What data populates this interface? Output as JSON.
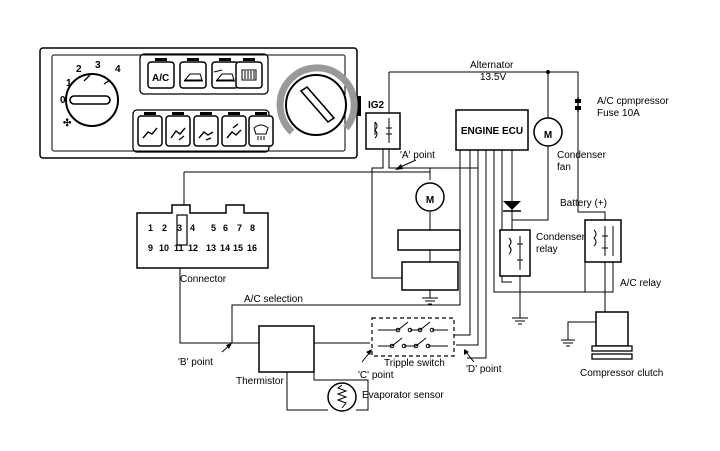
{
  "labels": {
    "alternator": "Alternator",
    "alternator_voltage": "13.5V",
    "ig2": "IG2",
    "engine_ecu": "ENGINE ECU",
    "motor_symbol": "M",
    "ac_compressor_fuse": "A/C cpmpressor",
    "fuse_rating": "Fuse 10A",
    "condenser_fan_1": "Condenser",
    "condenser_fan_2": "fan",
    "battery": "Battery (+)",
    "condenser_relay_1": "Condenser",
    "condenser_relay_2": "relay",
    "ac_relay": "A/C relay",
    "a_point": "'A' point",
    "connector": "Connector",
    "ac_selection": "A/C selection",
    "b_point": "'B' point",
    "thermistor": "Thermistor",
    "c_point": "'C' point",
    "tripple_switch": "Tripple switch",
    "d_point": "'D' point",
    "evaporator_sensor": "Evaporator sensor",
    "compressor_clutch": "Compressor clutch"
  },
  "control_panel": {
    "fan_speeds": [
      "0",
      "1",
      "2",
      "3",
      "4"
    ],
    "ac_button": "A/C"
  },
  "connector": {
    "top_pins": [
      "1",
      "2",
      "3",
      "4",
      "5",
      "6",
      "7",
      "8"
    ],
    "bottom_pins": [
      "9",
      "10",
      "11",
      "12",
      "13",
      "14",
      "15",
      "16"
    ]
  }
}
